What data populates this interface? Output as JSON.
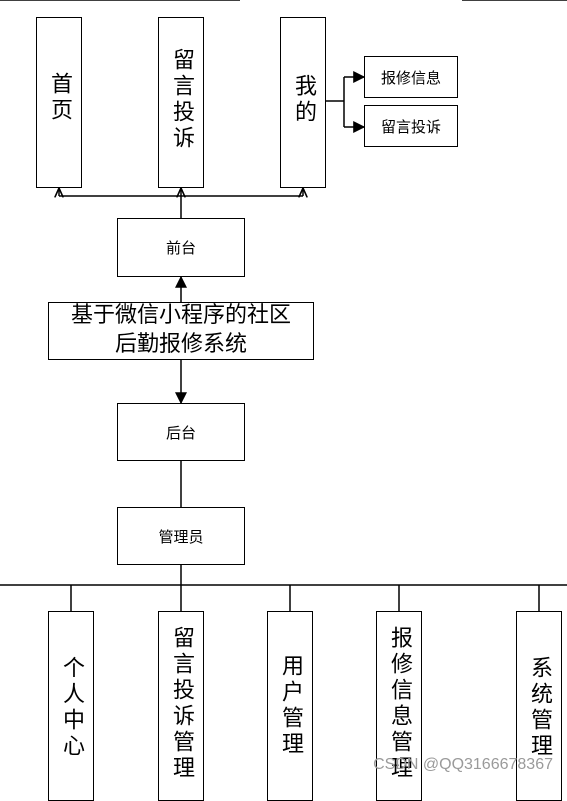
{
  "root": {
    "label": "基于微信小程序的社区\n后勤报修系统"
  },
  "frontend": {
    "label": "前台",
    "modules": [
      "首页",
      "留言投诉",
      "我的"
    ],
    "my_submenu": [
      "报修信息",
      "留言投诉"
    ]
  },
  "backend": {
    "label": "后台",
    "admin_label": "管理员",
    "modules": [
      "个人中心",
      "留言投诉管理",
      "用户管理",
      "报修信息管理",
      "系统管理"
    ]
  },
  "watermark": "CSDN @QQ3166678367"
}
